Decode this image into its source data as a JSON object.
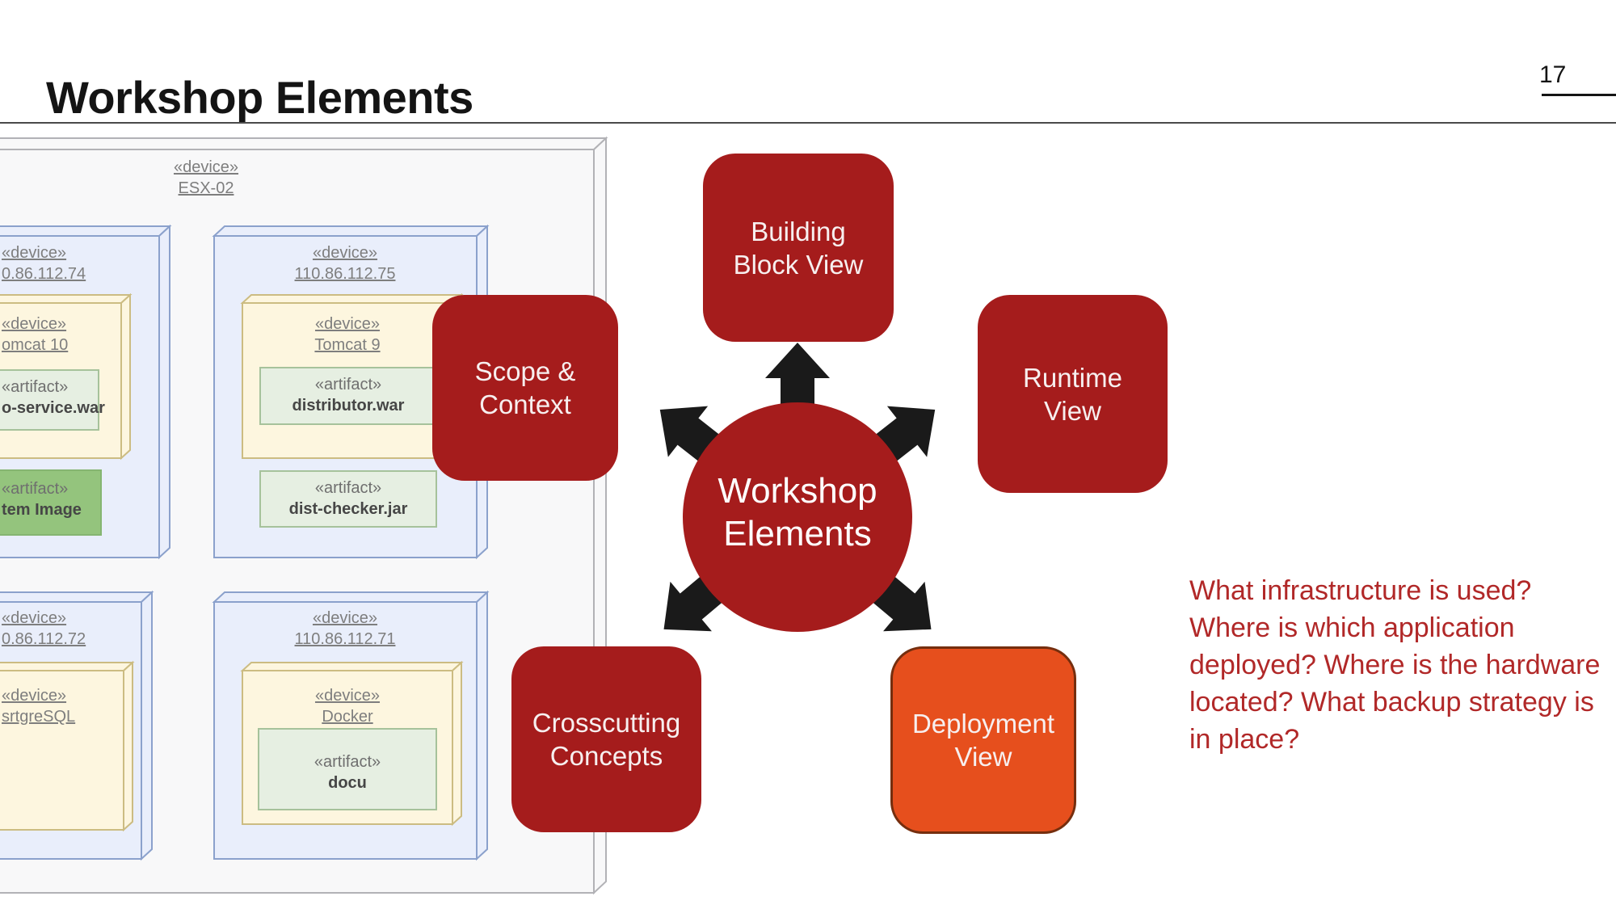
{
  "header": {
    "title": "Workshop Elements",
    "page_number": "17"
  },
  "diagram": {
    "panel_label": {
      "stereotype": "«device»",
      "name": "ESX-02"
    },
    "labels": {
      "ip74": {
        "stereotype": "«device»",
        "name": "0.86.112.74"
      },
      "ip75": {
        "stereotype": "«device»",
        "name": "110.86.112.75"
      },
      "tomcat10": {
        "stereotype": "«device»",
        "name": "omcat 10"
      },
      "tomcat9": {
        "stereotype": "«device»",
        "name": "Tomcat 9"
      },
      "service_war": {
        "stereotype": "«artifact»",
        "name": "o-service.war"
      },
      "distributor_war": {
        "stereotype": "«artifact»",
        "name": "distributor.war"
      },
      "system_image": {
        "stereotype": "«artifact»",
        "name": "tem Image"
      },
      "dist_checker": {
        "stereotype": "«artifact»",
        "name": "dist-checker.jar"
      },
      "ip72": {
        "stereotype": "«device»",
        "name": "0.86.112.72"
      },
      "ip71": {
        "stereotype": "«device»",
        "name": "110.86.112.71"
      },
      "postgresql": {
        "stereotype": "«device»",
        "name": "srtgreSQL"
      },
      "docker": {
        "stereotype": "«device»",
        "name": "Docker"
      },
      "docu": {
        "stereotype": "«artifact»",
        "name": "docu"
      }
    }
  },
  "hub": {
    "center": "Workshop\nElements",
    "building_block": "Building\nBlock View",
    "runtime": "Runtime\nView",
    "scope": "Scope &\nContext",
    "crosscutting": "Crosscutting\nConcepts",
    "deployment": "Deployment\nView"
  },
  "questions": {
    "lines": [
      "What infrastructure is used?",
      "Where is which application",
      "deployed? Where is the hardware",
      "located? What backup strategy is",
      "in place?"
    ]
  },
  "colors": {
    "brand_red": "#a51c1c",
    "highlight_orange": "#e64f1d",
    "question_text": "#b12828"
  }
}
